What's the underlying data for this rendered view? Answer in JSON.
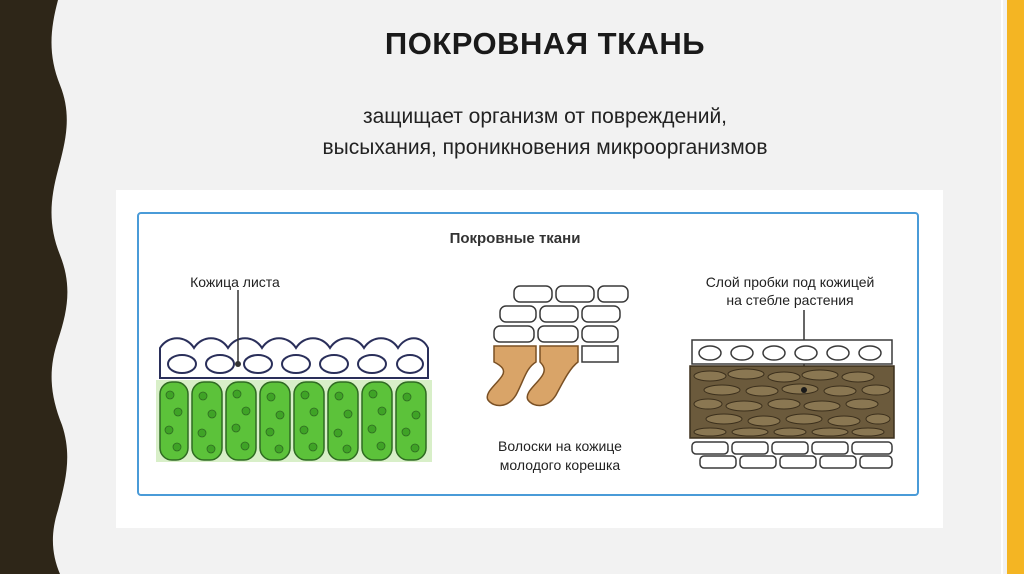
{
  "slide": {
    "title": "ПОКРОВНАЯ ТКАНЬ",
    "subtitle_line1": "защищает организм от повреждений,",
    "subtitle_line2": "высыхания, проникновения микроорганизмов"
  },
  "figure": {
    "title": "Покровные ткани",
    "leaf_label": "Кожица листа",
    "hair_label_line1": "Волоски на кожице",
    "hair_label_line2": "молодого корешка",
    "cork_label_line1": "Слой пробки под кожицей",
    "cork_label_line2": "на стебле растения"
  },
  "colors": {
    "accent_stripe": "#f4b523",
    "left_edge": "#2e2618",
    "frame": "#4a9bd8",
    "chloroplast_cells": "#5cc23a",
    "root_hairs": "#d9a468",
    "cork": "#6b5a3c"
  }
}
